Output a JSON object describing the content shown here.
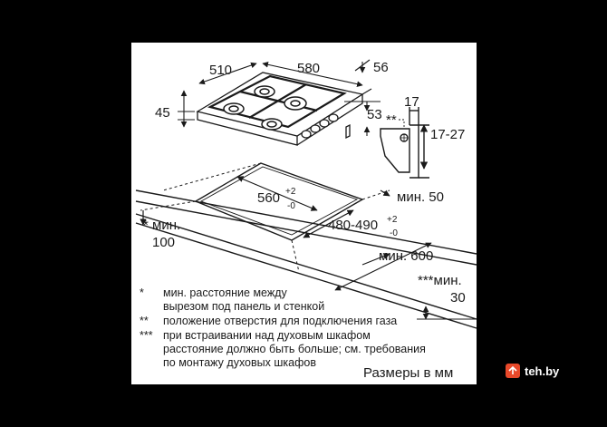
{
  "dimensions": {
    "hob_depth": "510",
    "hob_width": "580",
    "hob_height": "45",
    "top_offset": "56",
    "side_offset": "53",
    "cutout_width": "560",
    "cutout_width_tolerance_plus": "+2",
    "cutout_width_tolerance_minus": "-0",
    "cutout_depth": "480-490",
    "cutout_depth_tolerance_plus": "+2",
    "cutout_depth_tolerance_minus": "-0",
    "panel_thickness_top": "17",
    "panel_thickness_range": "17-27",
    "hole_marker": "**",
    "min_back": "мин. 50",
    "min_side_label": "* мин.",
    "min_side_value": "100",
    "min_front": "мин. 600",
    "min_below_label": "***мин.",
    "min_below_value": "30"
  },
  "legend": [
    {
      "marker": "*",
      "lines": [
        "мин. расстояние между",
        "вырезом под панель и стенкой"
      ]
    },
    {
      "marker": "**",
      "lines": [
        "положение отверстия для подключения газа"
      ]
    },
    {
      "marker": "***",
      "lines": [
        "при встраивании над духовым шкафом",
        "расстояние должно быть больше; см. требования",
        "по монтажу духовых шкафов"
      ]
    }
  ],
  "caption": "Размеры в мм",
  "watermark": "teh.by",
  "colors": {
    "background": "#000000",
    "panel": "#ffffff",
    "ink": "#1a1a1a",
    "badge": "#e8492a"
  }
}
